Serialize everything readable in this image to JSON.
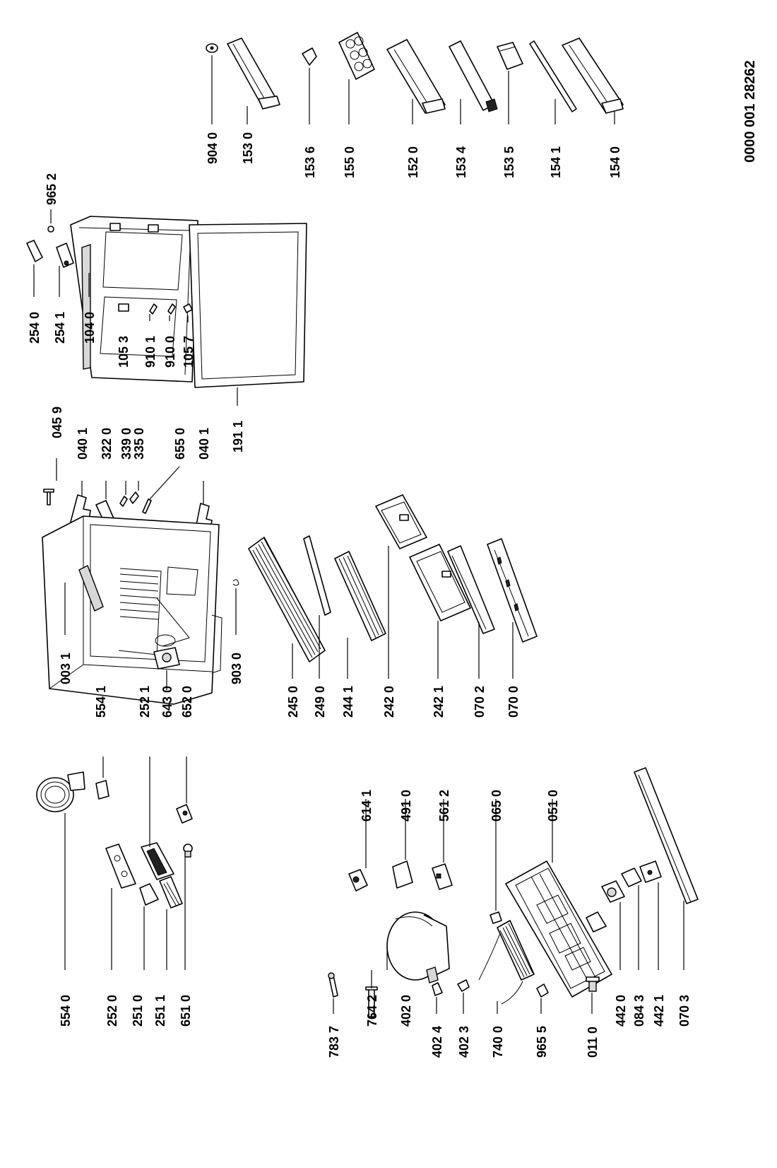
{
  "diagram": {
    "drawing_number": "0000 001 28262",
    "part_labels": [
      "904 0",
      "153 0",
      "153 6",
      "155 0",
      "152 0",
      "153 4",
      "153 5",
      "154 1",
      "154 0",
      "965 2",
      "254 0",
      "254 1",
      "104 0",
      "105 3",
      "910 1",
      "910 0",
      "105 7",
      "191 1",
      "045 9",
      "040 1",
      "322 0",
      "339 0",
      "335 0",
      "655 0",
      "040 1",
      "003 1",
      "554 1",
      "252 1",
      "643 0",
      "652 0",
      "903 0",
      "245 0",
      "249 0",
      "244 1",
      "242 0",
      "242 1",
      "070 2",
      "070 0",
      "554 0",
      "252 0",
      "251 0",
      "251 1",
      "651 0",
      "614 1",
      "491 0",
      "561 2",
      "065 0",
      "051 0",
      "783 7",
      "764 2",
      "402 0",
      "402 4",
      "402 3",
      "740 0",
      "965 5",
      "011 0",
      "442 0",
      "084 3",
      "442 1",
      "070 3"
    ]
  }
}
